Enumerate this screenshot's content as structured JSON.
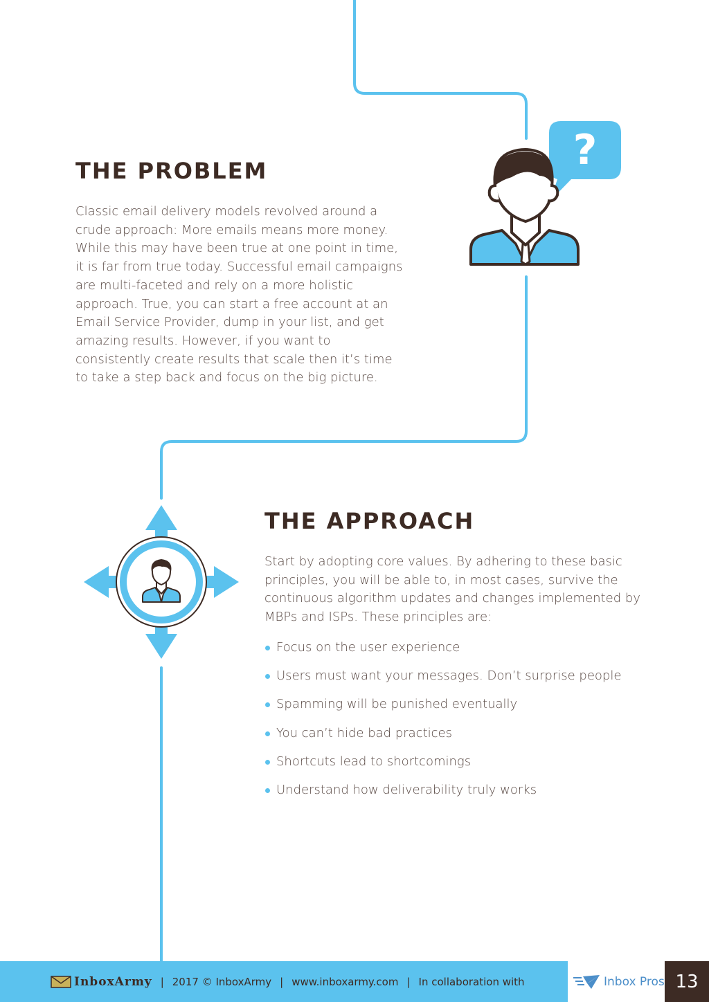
{
  "problem": {
    "title": "THE PROBLEM",
    "body": "Classic email delivery models revolved around a crude approach: More emails means more money. While this may have been true at one point in time, it is far from true today. Successful email campaigns are multi-faceted and rely on a more holistic approach. True, you can start a free account at an Email Service Provider, dump in your list, and get amazing results. However, if you want to consistently create results that scale then it’s time to take a step back and focus on the big picture."
  },
  "approach": {
    "title": "THE APPROACH",
    "body": "Start by adopting core values. By adhering to these basic principles, you will be able to, in most cases, survive the continuous algorithm updates and changes implemented by MBPs and ISPs. These principles are:",
    "principles": [
      "Focus on the user experience",
      "Users must want your messages. Don’t surprise people",
      "Spamming will be punished eventually",
      "You can’t hide bad practices",
      "Shortcuts lead to shortcomings",
      "Understand how deliverability truly works"
    ]
  },
  "icons": {
    "question_person": "person-question-icon",
    "question_mark": "?",
    "directions_person": "person-directions-icon"
  },
  "footer": {
    "brand": "InboxArmy",
    "copyright": "2017 © InboxArmy",
    "url": "www.inboxarmy.com",
    "collab": "In collaboration with",
    "partner": "Inbox Pros",
    "page_number": "13"
  },
  "colors": {
    "accent": "#5bc2ee",
    "heading": "#3d2b24",
    "text": "#5a4a45",
    "footer_bg": "#5bc2ee",
    "page_box": "#3d2b24"
  }
}
